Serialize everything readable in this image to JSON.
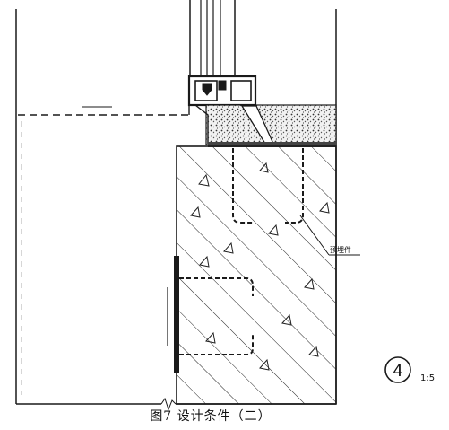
{
  "figure": {
    "caption": "图7   设计条件（二）"
  },
  "annotations": {
    "embed_label": "预埋件",
    "detail_number": "4",
    "scale": "1:5"
  },
  "colors": {
    "line": "#1a1a1a",
    "background": "#ffffff"
  }
}
